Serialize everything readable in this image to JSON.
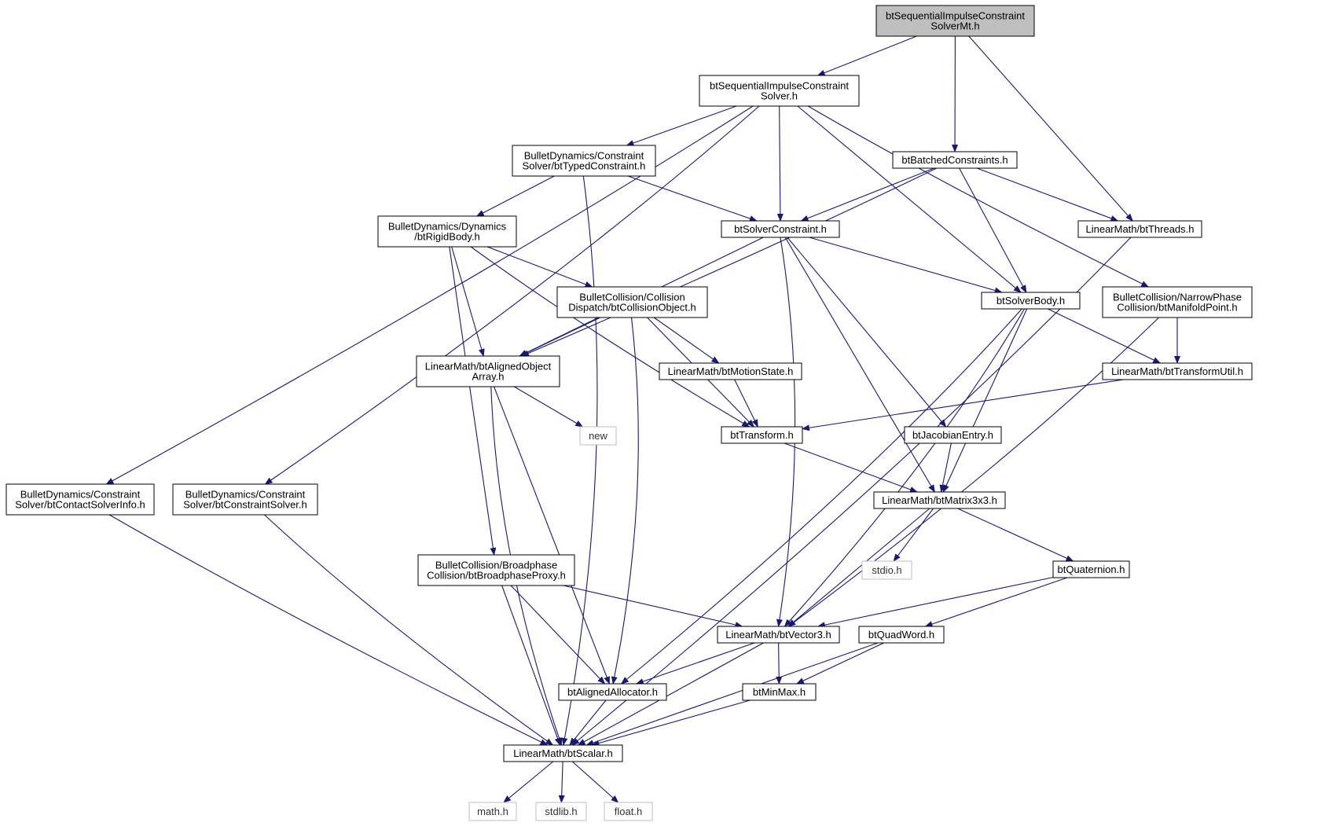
{
  "diagram": {
    "nodes": [
      {
        "id": "root",
        "lines": [
          "btSequentialImpulseConstraint",
          "SolverMt.h"
        ],
        "style": "root"
      },
      {
        "id": "sics",
        "lines": [
          "btSequentialImpulseConstraint",
          "Solver.h"
        ],
        "style": "normal"
      },
      {
        "id": "typed",
        "lines": [
          "BulletDynamics/Constraint",
          "Solver/btTypedConstraint.h"
        ],
        "style": "normal"
      },
      {
        "id": "batched",
        "lines": [
          "btBatchedConstraints.h"
        ],
        "style": "normal"
      },
      {
        "id": "threads",
        "lines": [
          "LinearMath/btThreads.h"
        ],
        "style": "normal"
      },
      {
        "id": "rigid",
        "lines": [
          "BulletDynamics/Dynamics",
          "/btRigidBody.h"
        ],
        "style": "normal"
      },
      {
        "id": "solverc",
        "lines": [
          "btSolverConstraint.h"
        ],
        "style": "normal"
      },
      {
        "id": "collobj",
        "lines": [
          "BulletCollision/Collision",
          "Dispatch/btCollisionObject.h"
        ],
        "style": "normal"
      },
      {
        "id": "solverbody",
        "lines": [
          "btSolverBody.h"
        ],
        "style": "normal"
      },
      {
        "id": "manifold",
        "lines": [
          "BulletCollision/NarrowPhase",
          "Collision/btManifoldPoint.h"
        ],
        "style": "normal"
      },
      {
        "id": "aligned",
        "lines": [
          "LinearMath/btAlignedObject",
          "Array.h"
        ],
        "style": "normal"
      },
      {
        "id": "motion",
        "lines": [
          "LinearMath/btMotionState.h"
        ],
        "style": "normal"
      },
      {
        "id": "tutil",
        "lines": [
          "LinearMath/btTransformUtil.h"
        ],
        "style": "normal"
      },
      {
        "id": "new",
        "lines": [
          "new"
        ],
        "style": "system"
      },
      {
        "id": "transform",
        "lines": [
          "btTransform.h"
        ],
        "style": "normal"
      },
      {
        "id": "jacobian",
        "lines": [
          "btJacobianEntry.h"
        ],
        "style": "normal"
      },
      {
        "id": "contact",
        "lines": [
          "BulletDynamics/Constraint",
          "Solver/btContactSolverInfo.h"
        ],
        "style": "normal"
      },
      {
        "id": "csolver",
        "lines": [
          "BulletDynamics/Constraint",
          "Solver/btConstraintSolver.h"
        ],
        "style": "normal"
      },
      {
        "id": "matrix",
        "lines": [
          "LinearMath/btMatrix3x3.h"
        ],
        "style": "normal"
      },
      {
        "id": "stdio",
        "lines": [
          "stdio.h"
        ],
        "style": "system"
      },
      {
        "id": "broad",
        "lines": [
          "BulletCollision/Broadphase",
          "Collision/btBroadphaseProxy.h"
        ],
        "style": "normal"
      },
      {
        "id": "quat",
        "lines": [
          "btQuaternion.h"
        ],
        "style": "normal"
      },
      {
        "id": "vector",
        "lines": [
          "LinearMath/btVector3.h"
        ],
        "style": "normal"
      },
      {
        "id": "quadword",
        "lines": [
          "btQuadWord.h"
        ],
        "style": "normal"
      },
      {
        "id": "allocator",
        "lines": [
          "btAlignedAllocator.h"
        ],
        "style": "normal"
      },
      {
        "id": "minmax",
        "lines": [
          "btMinMax.h"
        ],
        "style": "normal"
      },
      {
        "id": "scalar",
        "lines": [
          "LinearMath/btScalar.h"
        ],
        "style": "normal"
      },
      {
        "id": "math",
        "lines": [
          "math.h"
        ],
        "style": "system"
      },
      {
        "id": "stdlib",
        "lines": [
          "stdlib.h"
        ],
        "style": "system"
      },
      {
        "id": "float",
        "lines": [
          "float.h"
        ],
        "style": "system"
      }
    ],
    "edges": [
      [
        "root",
        "sics"
      ],
      [
        "root",
        "batched"
      ],
      [
        "root",
        "threads"
      ],
      [
        "sics",
        "typed"
      ],
      [
        "sics",
        "solverc"
      ],
      [
        "sics",
        "solverbody"
      ],
      [
        "sics",
        "manifold"
      ],
      [
        "sics",
        "contact"
      ],
      [
        "sics",
        "csolver"
      ],
      [
        "typed",
        "rigid"
      ],
      [
        "typed",
        "solverc"
      ],
      [
        "typed",
        "scalar"
      ],
      [
        "batched",
        "solverc"
      ],
      [
        "batched",
        "threads"
      ],
      [
        "batched",
        "solverbody"
      ],
      [
        "batched",
        "aligned"
      ],
      [
        "threads",
        "scalar"
      ],
      [
        "rigid",
        "collobj"
      ],
      [
        "rigid",
        "aligned"
      ],
      [
        "rigid",
        "transform"
      ],
      [
        "rigid",
        "broad"
      ],
      [
        "solverc",
        "solverbody"
      ],
      [
        "solverc",
        "aligned"
      ],
      [
        "solverc",
        "jacobian"
      ],
      [
        "solverc",
        "matrix"
      ],
      [
        "solverc",
        "vector"
      ],
      [
        "collobj",
        "aligned"
      ],
      [
        "collobj",
        "motion"
      ],
      [
        "collobj",
        "transform"
      ],
      [
        "collobj",
        "allocator"
      ],
      [
        "solverbody",
        "tutil"
      ],
      [
        "solverbody",
        "matrix"
      ],
      [
        "solverbody",
        "vector"
      ],
      [
        "solverbody",
        "allocator"
      ],
      [
        "manifold",
        "tutil"
      ],
      [
        "manifold",
        "vector"
      ],
      [
        "aligned",
        "new"
      ],
      [
        "aligned",
        "allocator"
      ],
      [
        "aligned",
        "scalar"
      ],
      [
        "motion",
        "transform"
      ],
      [
        "tutil",
        "transform"
      ],
      [
        "transform",
        "matrix"
      ],
      [
        "jacobian",
        "matrix"
      ],
      [
        "contact",
        "scalar"
      ],
      [
        "csolver",
        "scalar"
      ],
      [
        "matrix",
        "stdio"
      ],
      [
        "matrix",
        "quat"
      ],
      [
        "matrix",
        "vector"
      ],
      [
        "broad",
        "vector"
      ],
      [
        "broad",
        "allocator"
      ],
      [
        "broad",
        "scalar"
      ],
      [
        "quat",
        "vector"
      ],
      [
        "quat",
        "quadword"
      ],
      [
        "vector",
        "allocator"
      ],
      [
        "vector",
        "minmax"
      ],
      [
        "vector",
        "scalar"
      ],
      [
        "quadword",
        "minmax"
      ],
      [
        "quadword",
        "scalar"
      ],
      [
        "allocator",
        "scalar"
      ],
      [
        "minmax",
        "scalar"
      ],
      [
        "scalar",
        "math"
      ],
      [
        "scalar",
        "stdlib"
      ],
      [
        "scalar",
        "float"
      ]
    ]
  },
  "colors": {
    "edge": "#191970",
    "root_fill": "#bfbfbf",
    "node_border": "#000000",
    "system_border": "#bfbfbf"
  }
}
